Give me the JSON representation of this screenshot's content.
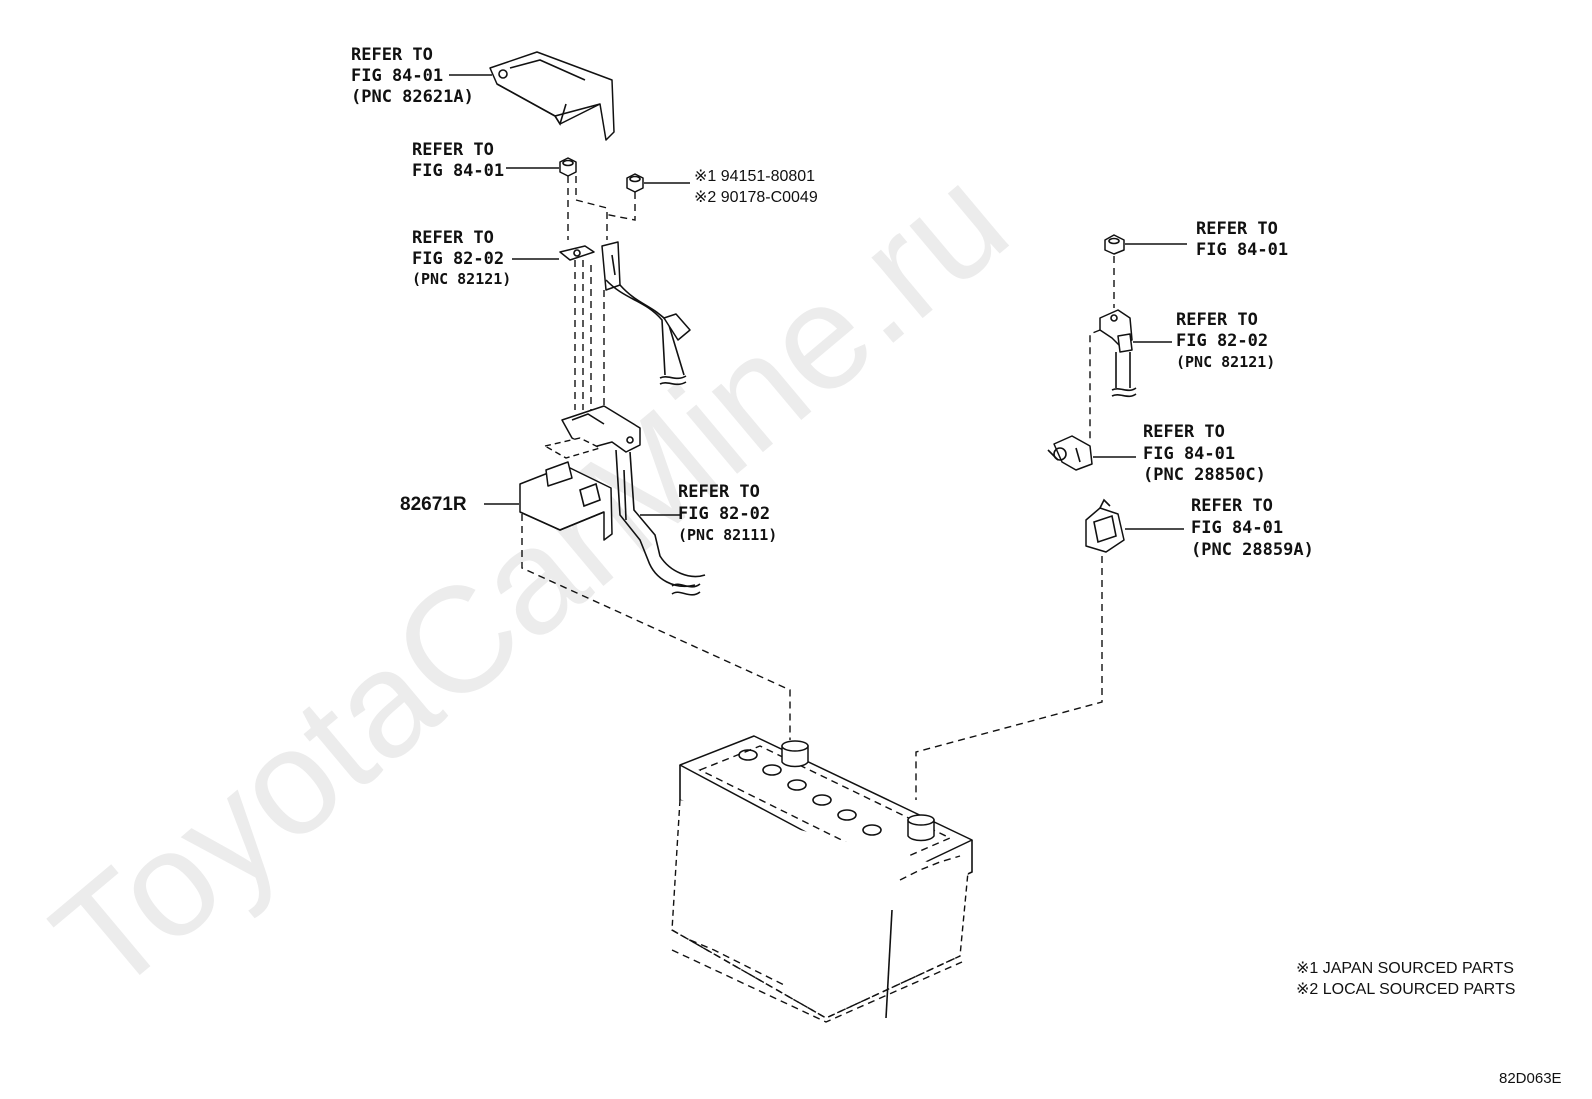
{
  "watermark": "ToyotaCarMine.ru",
  "callouts": {
    "cover": [
      "REFER TO",
      "FIG 84-01",
      "(PNC 82621A)"
    ],
    "nut_left": [
      "REFER TO",
      "FIG 84-01"
    ],
    "nut_code_1": "※1 94151-80801",
    "nut_code_2": "※2 90178-C0049",
    "cable_plus": [
      "REFER TO",
      "FIG 82-02",
      "(PNC 82121)"
    ],
    "clamp_plus": "82671R",
    "cable_main": [
      "REFER TO",
      "FIG 82-02",
      "(PNC 82111)"
    ],
    "nut_right": [
      "REFER TO",
      "FIG 84-01"
    ],
    "cable_minus": [
      "REFER TO",
      "FIG 82-02",
      "(PNC 82121)"
    ],
    "terminal_minus": [
      "REFER TO",
      "FIG 84-01",
      "(PNC 28850C)"
    ],
    "sensor": [
      "REFER TO",
      "FIG 84-01",
      "(PNC 28859A)"
    ]
  },
  "legend": [
    "※1 JAPAN SOURCED PARTS",
    "※2 LOCAL SOURCED PARTS"
  ],
  "figure_code": "82D063E"
}
